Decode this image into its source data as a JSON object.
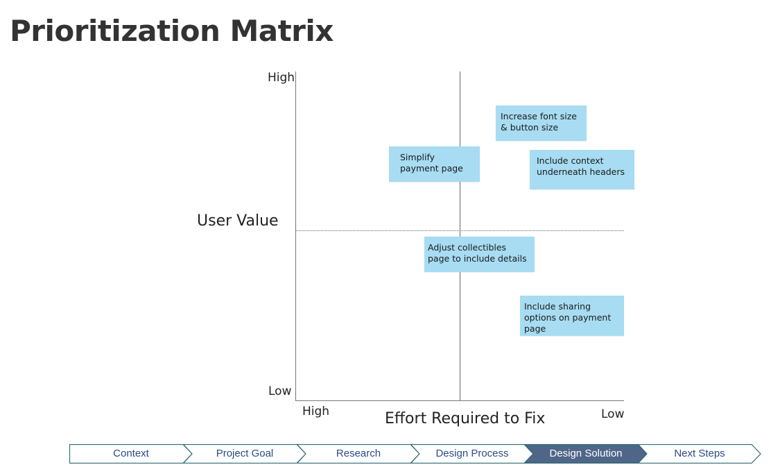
{
  "page": {
    "title": "Prioritization Matrix"
  },
  "matrix": {
    "y_axis": {
      "title": "User Value",
      "high": "High",
      "low": "Low"
    },
    "x_axis": {
      "title": "Effort Required to Fix",
      "high": "High",
      "low": "Low"
    },
    "notes": [
      {
        "text": "Increase font size & button size"
      },
      {
        "text": "Simplify payment page"
      },
      {
        "text": "Include context underneath headers"
      },
      {
        "text": "Adjust collectibles page to include details"
      },
      {
        "text": "Include sharing options on payment page"
      }
    ],
    "note_color": "#a7dcf2"
  },
  "breadcrumb": {
    "items": [
      {
        "label": "Context",
        "active": false
      },
      {
        "label": "Project Goal",
        "active": false
      },
      {
        "label": "Research",
        "active": false
      },
      {
        "label": "Design Process",
        "active": false
      },
      {
        "label": "Design Solution",
        "active": true
      },
      {
        "label": "Next Steps",
        "active": false
      }
    ],
    "border_color": "#2f6b72",
    "active_fill": "#4f6689"
  }
}
